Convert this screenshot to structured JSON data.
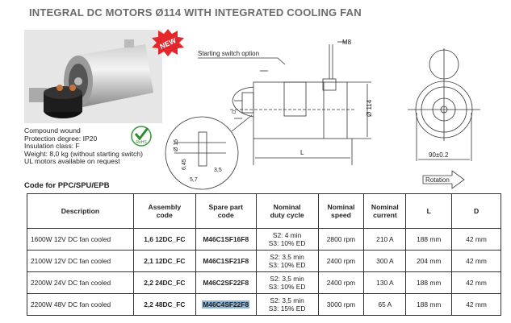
{
  "title": "INTEGRAL DC MOTORS Ø114 WITH INTEGRATED COOLING FAN",
  "badge": "NEW",
  "specs": [
    "Compound wound",
    "Protection degree: IP20",
    "Insulation class: F",
    "Weight: 8,0 kg (without starting switch)",
    "UL motors available on request"
  ],
  "rohs_label": "RoHS",
  "drawing": {
    "starting_switch": "Starting switch option",
    "m8": "M8",
    "d": "D",
    "dia114": "Ø 114",
    "L": "L",
    "dia15": "Ø 15",
    "d645": "6,45",
    "d35": "3,5",
    "d57": "5,7",
    "width90": "90±0.2",
    "rotation": "Rotation"
  },
  "code_for": "Code for PPC/SPU/EPB",
  "table": {
    "headers": [
      {
        "l1": "Description",
        "l2": ""
      },
      {
        "l1": "Assembly",
        "l2": "code"
      },
      {
        "l1": "Spare part",
        "l2": "code"
      },
      {
        "l1": "Nominal",
        "l2": "duty cycle"
      },
      {
        "l1": "Nominal",
        "l2": "speed"
      },
      {
        "l1": "Nominal",
        "l2": "current"
      },
      {
        "l1": "L",
        "l2": ""
      },
      {
        "l1": "D",
        "l2": ""
      }
    ],
    "rows": [
      {
        "desc": "1600W 12V DC fan cooled",
        "assembly": "1,6 12DC_FC",
        "spare": "M46C1SF16F8",
        "duty1": "S2: 4 min",
        "duty2": "S3: 10% ED",
        "speed": "2800 rpm",
        "current": "210 A",
        "L": "188 mm",
        "D": "42 mm"
      },
      {
        "desc": "2100W 12V DC fan cooled",
        "assembly": "2,1 12DC_FC",
        "spare": "M46C1SF21F8",
        "duty1": "S2: 3,5 min",
        "duty2": "S3: 10% ED",
        "speed": "2400 rpm",
        "current": "300 A",
        "L": "204 mm",
        "D": "42 mm"
      },
      {
        "desc": "2200W 24V DC fan cooled",
        "assembly": "2,2 24DC_FC",
        "spare": "M46C2SF22F8",
        "duty1": "S2: 3,5 min",
        "duty2": "S3: 10% ED",
        "speed": "2400 rpm",
        "current": "130 A",
        "L": "188 mm",
        "D": "42 mm"
      },
      {
        "desc": "2200W 48V DC fan cooled",
        "assembly": "2,2 48DC_FC",
        "spare": "M46C4SF22F8",
        "duty1": "S2: 3,5 min",
        "duty2": "S3: 15% ED",
        "speed": "3000 rpm",
        "current": "65 A",
        "L": "188 mm",
        "D": "42 mm"
      }
    ]
  }
}
